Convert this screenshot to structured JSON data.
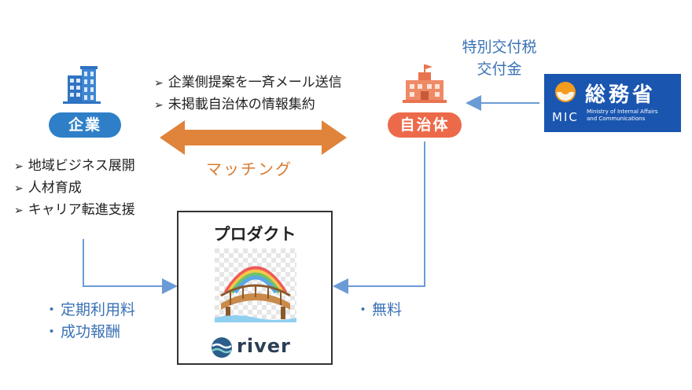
{
  "company": {
    "label": "企業",
    "activities": [
      "地域ビジネス展開",
      "人材育成",
      "キャリア転進支援"
    ],
    "fees": [
      "定期利用料",
      "成功報酬"
    ]
  },
  "municipality": {
    "label": "自治体",
    "fee": "無料"
  },
  "matching": {
    "label": "マッチング",
    "services": [
      "企業側提案を一斉メール送信",
      "未掲載自治体の情報集約"
    ]
  },
  "grant": {
    "line1": "特別交付税",
    "line2": "交付金"
  },
  "mic": {
    "jp_name": "総務省",
    "abbr": "MIC",
    "en_line1": "Ministry of Internal Affairs",
    "en_line2": "and Communications"
  },
  "product": {
    "title": "プロダクト",
    "brand": "river"
  },
  "colors": {
    "company_pill": "#2e7fc8",
    "municipality_pill": "#ec6a4a",
    "matching_arrow": "#e0833b",
    "flow_arrow": "#6b9bd6",
    "mic_blue": "#1a56b0"
  },
  "icons": [
    "building-icon",
    "school-building-icon",
    "bridge-illustration",
    "river-logo-icon"
  ]
}
